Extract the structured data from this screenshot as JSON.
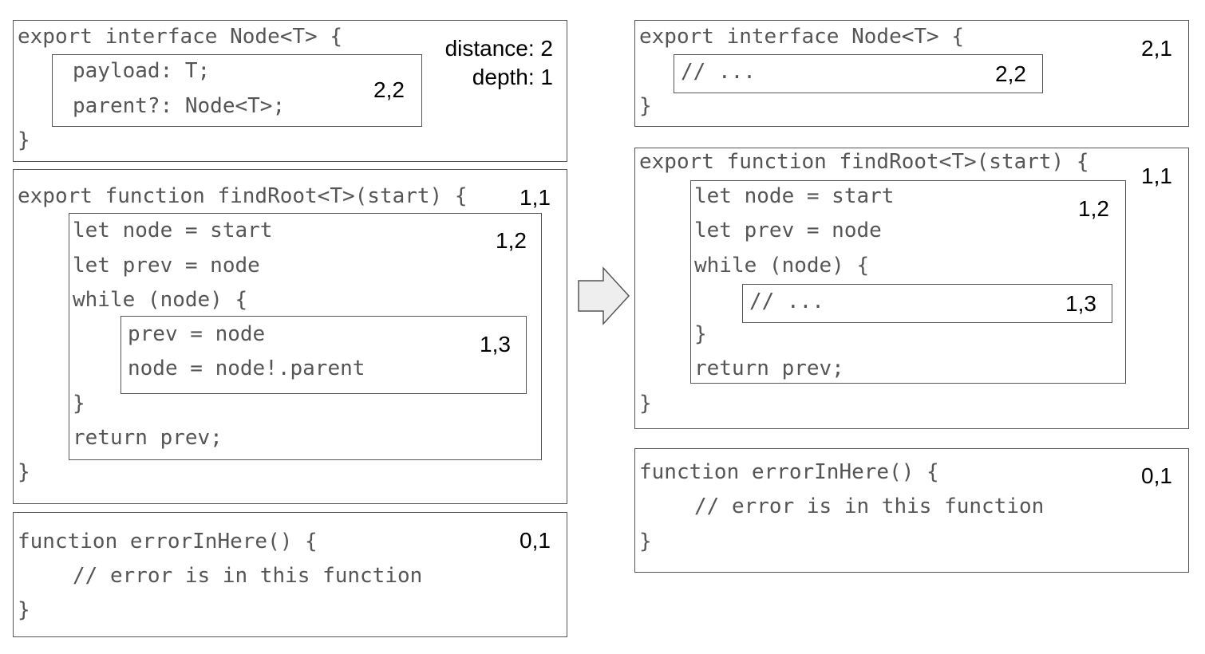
{
  "left": {
    "interface_block": {
      "header": "export interface Node<T> {",
      "closer": "}",
      "distance_label": "distance: 2",
      "depth_label": "depth: 1",
      "inner": {
        "lines": [
          "payload: T;",
          "parent?: Node<T>;"
        ],
        "label": "2,2"
      }
    },
    "function_block": {
      "header": "export function findRoot<T>(start) {",
      "label": "1,1",
      "closer": "}",
      "inner": {
        "line1": "let node = start",
        "line2": "let prev = node",
        "line3": "while (node) {",
        "label": "1,2",
        "closer": "}",
        "return_line": "return prev;",
        "innermost": {
          "lines": [
            "prev = node",
            "node = node!.parent"
          ],
          "label": "1,3"
        }
      }
    },
    "error_block": {
      "header": "function errorInHere() {",
      "body": "// error is in this function",
      "closer": "}",
      "label": "0,1"
    }
  },
  "right": {
    "interface_block": {
      "header": "export interface Node<T> {",
      "label": "2,1",
      "closer": "}",
      "inner": {
        "text": "// ...",
        "label": "2,2"
      }
    },
    "function_block": {
      "header": "export function findRoot<T>(start) {",
      "label": "1,1",
      "closer": "}",
      "inner": {
        "line1": "let node = start",
        "line2": "let prev = node",
        "line3": "while (node) {",
        "label": "1,2",
        "closer": "}",
        "return_line": "return prev;",
        "innermost": {
          "text": "// ...",
          "label": "1,3"
        }
      }
    },
    "error_block": {
      "header": "function errorInHere() {",
      "body": "// error is in this function",
      "closer": "}",
      "label": "0,1"
    }
  },
  "colors": {
    "border": "#555555",
    "code_text": "#555555",
    "label_text": "#000000",
    "arrow_fill": "#eeeeee"
  },
  "icons": {
    "transform_arrow": "right-arrow-icon"
  }
}
